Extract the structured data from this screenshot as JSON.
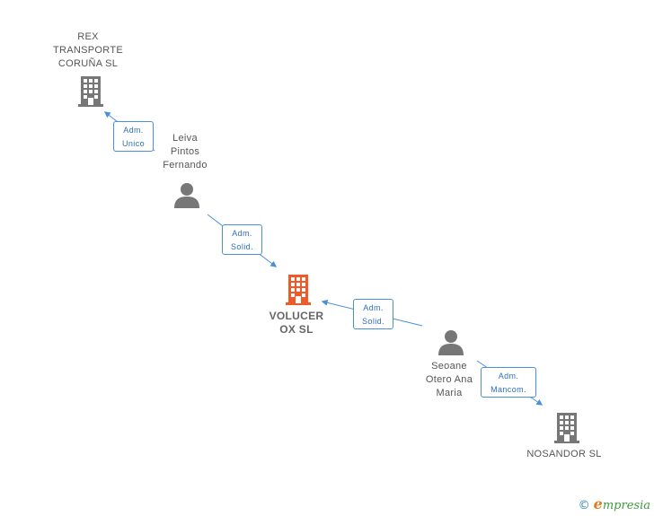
{
  "nodes": {
    "rex": {
      "lines": [
        "REX",
        "TRANSPORTE",
        "CORUÑA SL"
      ],
      "type": "company"
    },
    "leiva": {
      "lines": [
        "Leiva",
        "Pintos",
        "Fernando"
      ],
      "type": "person"
    },
    "volucer": {
      "lines": [
        "VOLUCER",
        "OX SL"
      ],
      "type": "company-main"
    },
    "seoane": {
      "lines": [
        "Seoane",
        "Otero Ana",
        "Maria"
      ],
      "type": "person"
    },
    "nosandor": {
      "lines": [
        "NOSANDOR SL"
      ],
      "type": "company"
    }
  },
  "edges": {
    "leiva_rex": {
      "lines": [
        "Adm.",
        "Unico"
      ]
    },
    "leiva_volucer": {
      "lines": [
        "Adm.",
        "Solid."
      ]
    },
    "seoane_volucer": {
      "lines": [
        "Adm.",
        "Solid."
      ]
    },
    "seoane_nosandor": {
      "lines": [
        "Adm.",
        "Mancom."
      ]
    }
  },
  "colors": {
    "edge": "#4a90d9",
    "company": "#777777",
    "main_company": "#f05a28",
    "person": "#777777"
  },
  "icons": {
    "company": "building-icon",
    "person": "person-icon"
  },
  "footer": {
    "copyright": "©",
    "brand_initial": "e",
    "brand_rest": "mpresia"
  }
}
